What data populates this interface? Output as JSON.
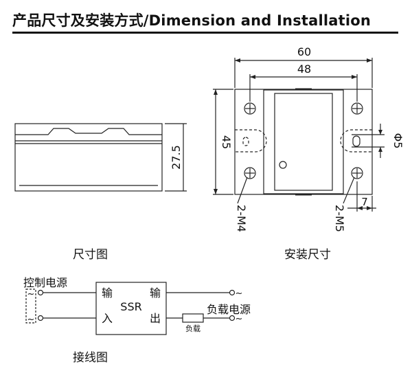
{
  "header": {
    "title": "产品尺寸及安装方式/Dimension and  Installation"
  },
  "side_view": {
    "height_dim": "27.5",
    "caption": "尺寸图"
  },
  "top_view": {
    "width_overall": "60",
    "width_mount": "48",
    "height_dim": "45",
    "hole_dia": "Φ5",
    "edge_offset": "7",
    "left_screws": "2-M4",
    "right_screws": "2-M5",
    "caption": "安装尺寸"
  },
  "wiring": {
    "control_power": "控制电源",
    "ssr_label": "SSR",
    "input_top": "输",
    "input_bottom": "入",
    "output_top": "输",
    "output_bottom": "出",
    "load_box": "负载",
    "load_power": "负载电源",
    "ac_symbol": "~",
    "caption": "接线图"
  }
}
